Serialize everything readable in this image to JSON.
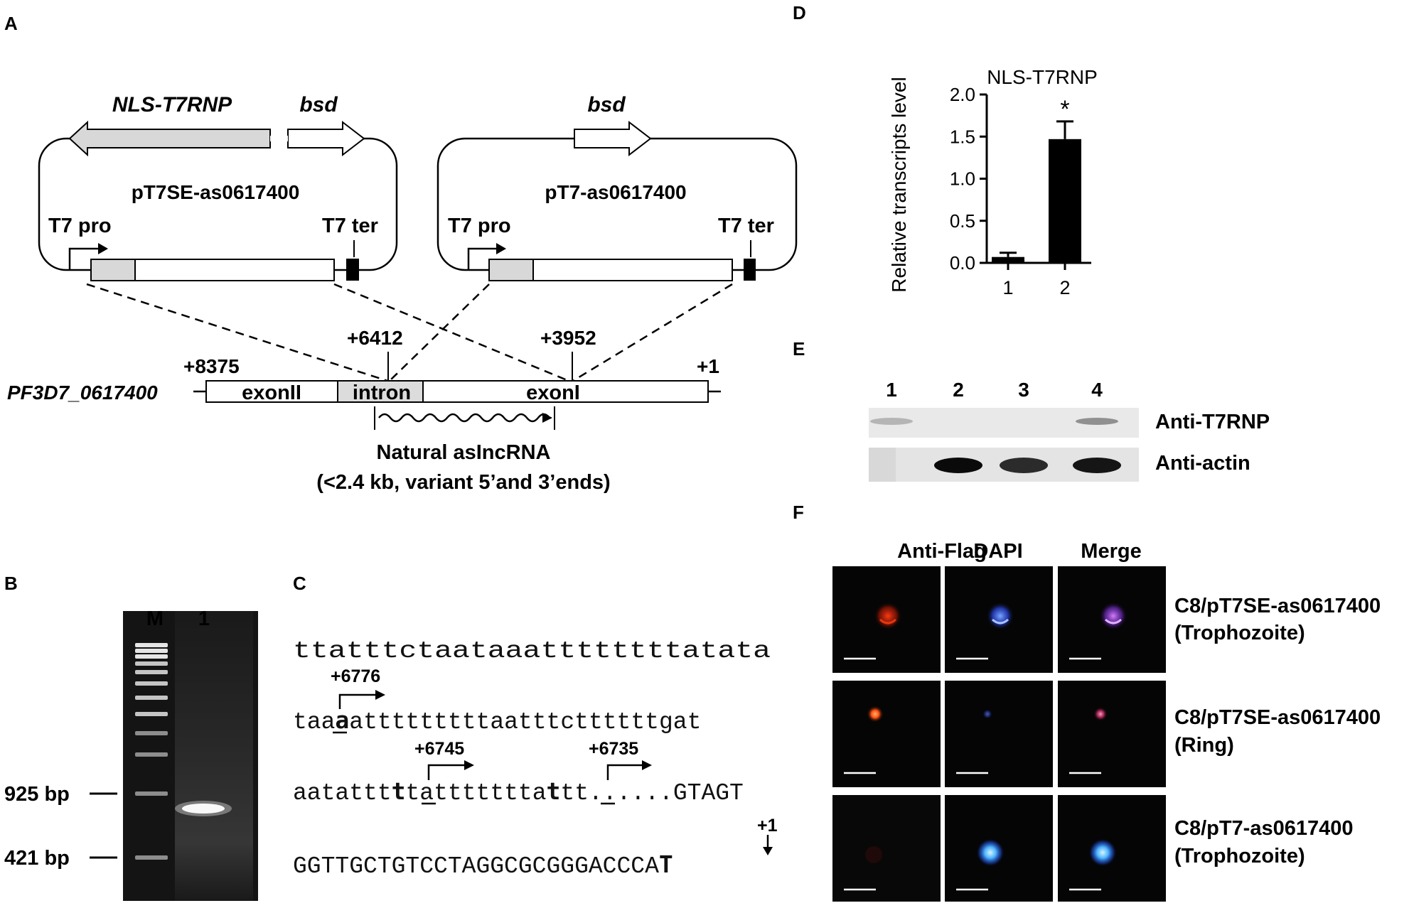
{
  "panels": {
    "A": "A",
    "B": "B",
    "C": "C",
    "D": "D",
    "E": "E",
    "F": "F"
  },
  "panel_a": {
    "plasmid1": {
      "gene1": "NLS-T7RNP",
      "gene2": "bsd",
      "name": "pT7SE-as0617400",
      "promoter": "T7 pro",
      "terminator": "T7 ter"
    },
    "plasmid2": {
      "gene": "bsd",
      "name": "pT7-as0617400",
      "promoter": "T7 pro",
      "terminator": "T7 ter"
    },
    "locus": {
      "gene_id": "PF3D7_0617400",
      "exon2": "exonII",
      "intron": "intron",
      "exon1": "exonI",
      "pos_8375": "+8375",
      "pos_6412": "+6412",
      "pos_3952": "+3952",
      "pos_1": "+1"
    },
    "natural_lncrna": "Natural asIncRNA",
    "natural_note": "(<2.4 kb, variant 5’and 3’ends)"
  },
  "panel_b": {
    "lane_m": "M",
    "lane_1": "1",
    "marker_925": "925 bp",
    "marker_421": "421 bp"
  },
  "panel_c": {
    "line1": "ttatttctaataaattttttttatata",
    "line2_pre": "taa",
    "line2_u": "a",
    "line2_post": "atttttttttaatttcttttttgat",
    "line3_pre": "aatattt",
    "line3_u1": "t",
    "line3_mid": "tattttttta",
    "line3_u2": "t",
    "line3_post": "tt......GTAGT",
    "line4_pre": "GGTTGCTGTCCTAGGCGCGGGACCCA",
    "line4_last": "T",
    "tss1": "+6776",
    "tss2": "+6745",
    "tss3": "+6735",
    "tss4": "+1"
  },
  "panel_d": {
    "chart_data": {
      "type": "bar",
      "title": "NLS-T7RNP",
      "ylabel": "Relative transcripts level",
      "xlabel": "",
      "categories": [
        "1",
        "2"
      ],
      "values": [
        0.07,
        1.47
      ],
      "errors": [
        0.05,
        0.21
      ],
      "ylim": [
        0,
        2.0
      ],
      "yticks": [
        "0.0",
        "0.5",
        "1.0",
        "1.5",
        "2.0"
      ],
      "significance": [
        "",
        "*"
      ]
    }
  },
  "panel_e": {
    "lanes": [
      "1",
      "2",
      "3",
      "4"
    ],
    "row1": "Anti-T7RNP",
    "row2": "Anti-actin",
    "t7rnp_band_intensity": [
      0.35,
      0.0,
      0.0,
      0.6
    ],
    "actin_band_intensity": [
      0.0,
      1.0,
      0.85,
      0.95
    ]
  },
  "panel_f": {
    "columns": [
      "Anti-Flag",
      "DAPI",
      "Merge"
    ],
    "rows": [
      {
        "line1": "C8/pT7SE-as0617400",
        "line2": "(Trophozoite)"
      },
      {
        "line1": "C8/pT7SE-as0617400",
        "line2": "(Ring)"
      },
      {
        "line1": "C8/pT7-as0617400",
        "line2": "(Trophozoite)"
      }
    ]
  }
}
